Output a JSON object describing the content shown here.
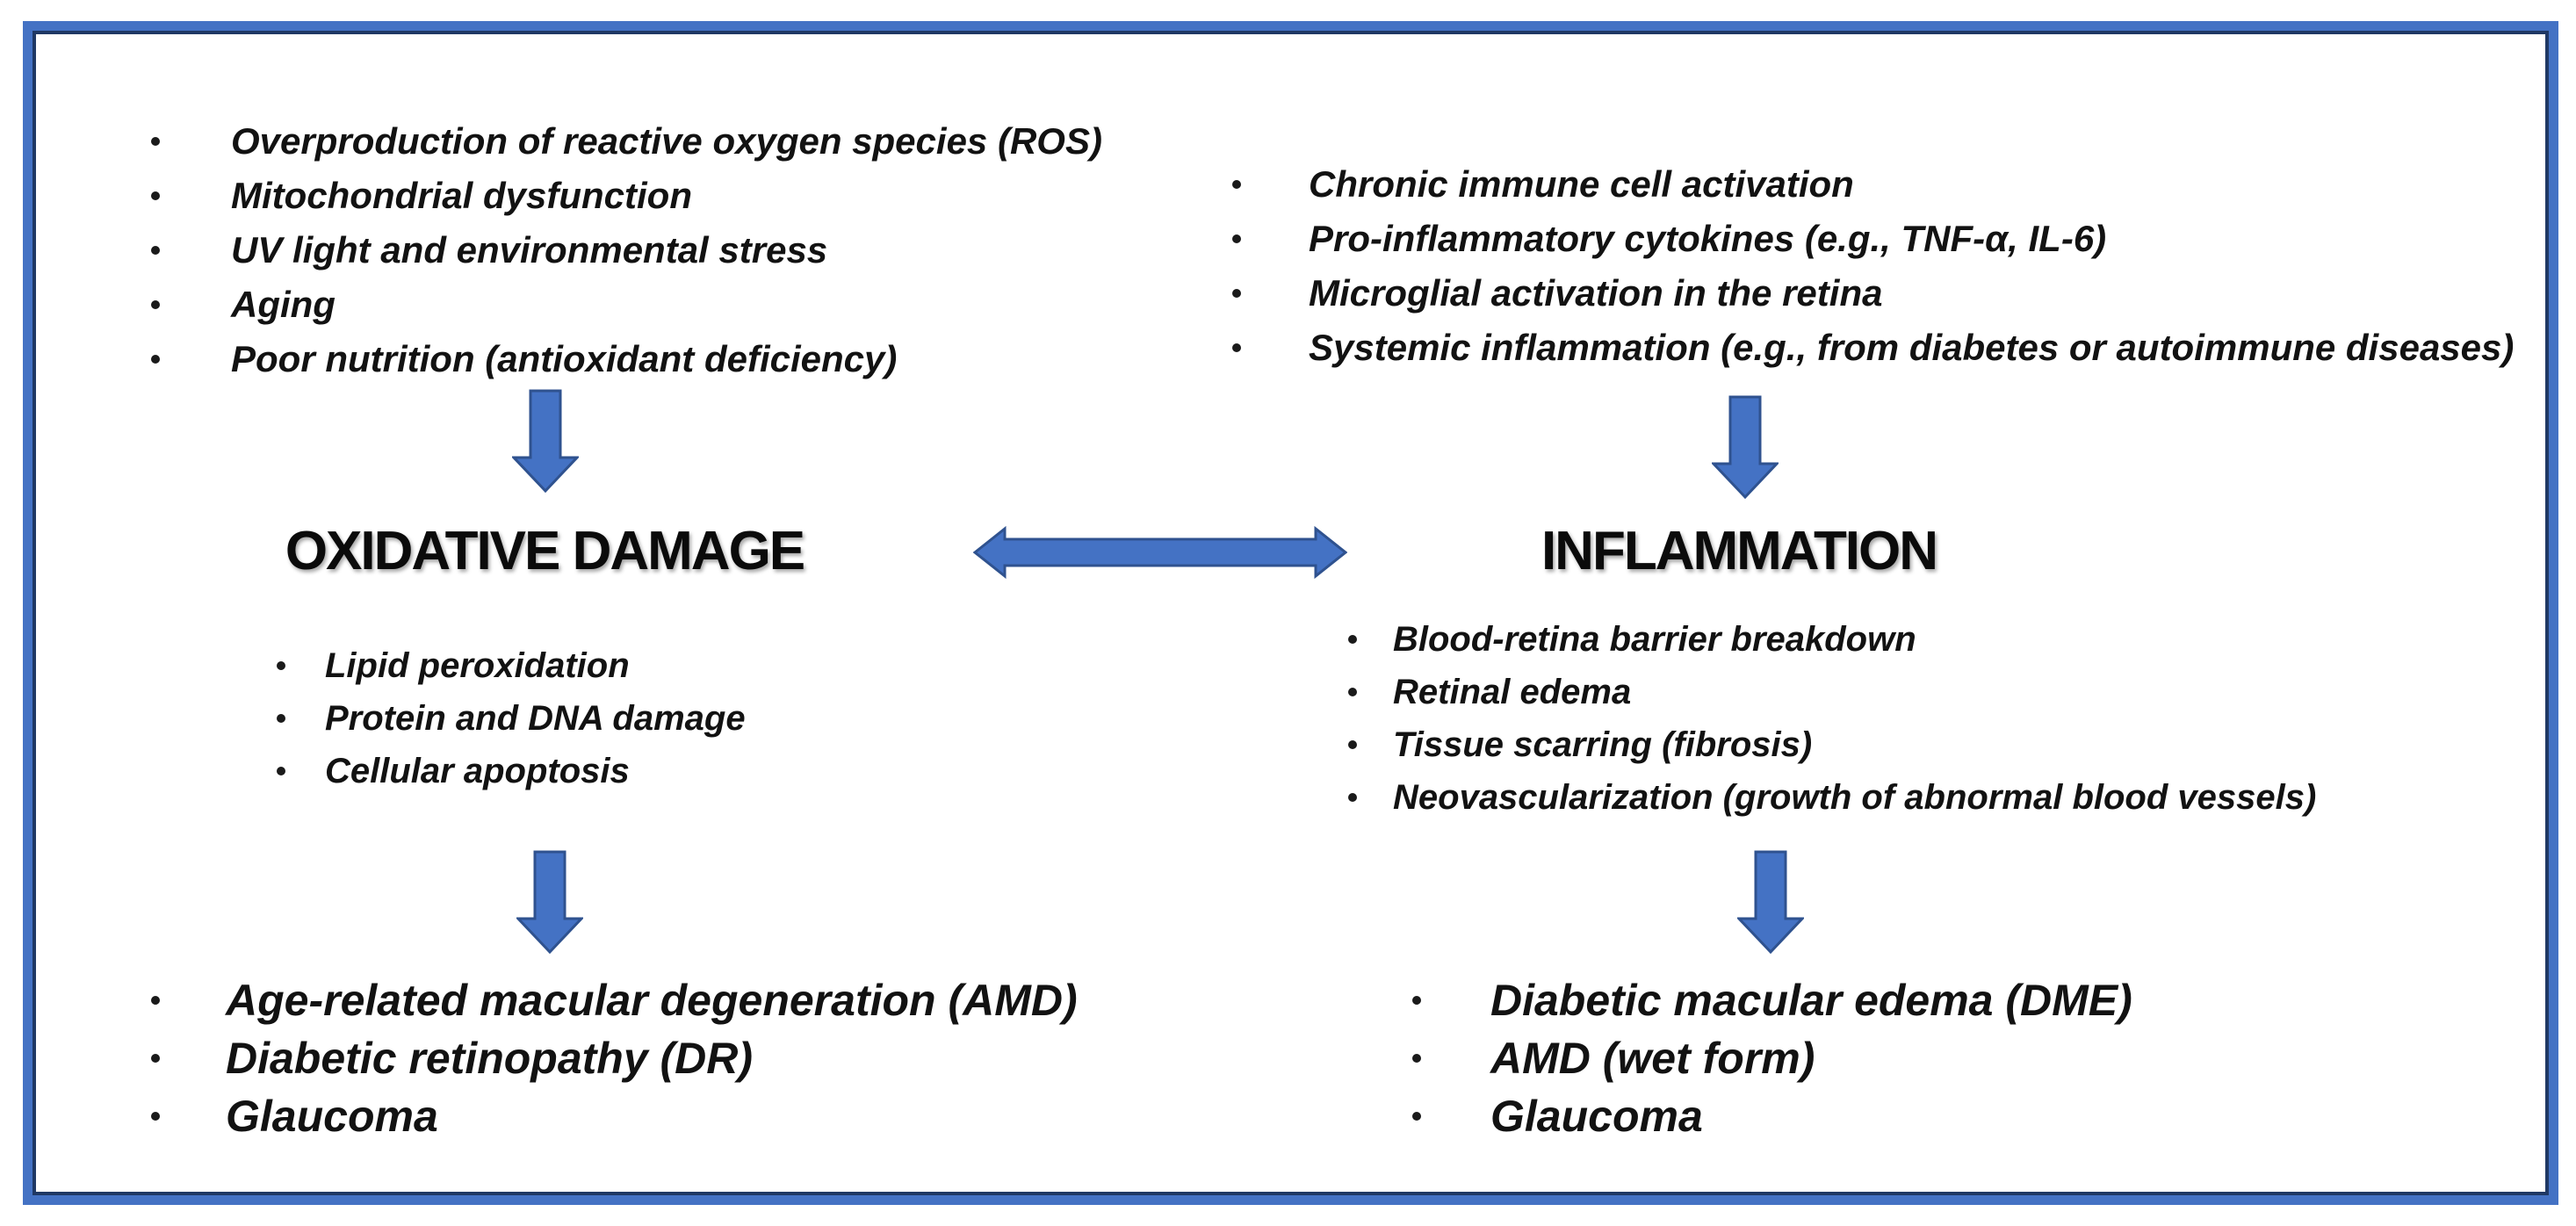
{
  "diagram": {
    "title_left": "OXIDATIVE DAMAGE",
    "title_right": "INFLAMMATION",
    "left": {
      "causes": [
        "Overproduction of reactive oxygen species (ROS)",
        "Mitochondrial dysfunction",
        "UV light and environmental stress",
        "Aging",
        "Poor nutrition (antioxidant deficiency)"
      ],
      "effects": [
        "Lipid peroxidation",
        "Protein and DNA damage",
        "Cellular apoptosis"
      ],
      "outcomes": [
        "Age-related macular degeneration (AMD)",
        "Diabetic retinopathy (DR)",
        "Glaucoma"
      ]
    },
    "right": {
      "causes": [
        "Chronic immune cell activation",
        "Pro-inflammatory cytokines (e.g., TNF-α, IL-6)",
        "Microglial activation in the retina",
        "Systemic inflammation (e.g., from diabetes or autoimmune diseases)"
      ],
      "effects": [
        "Blood-retina barrier breakdown",
        "Retinal edema",
        "Tissue scarring (fibrosis)",
        "Neovascularization (growth of abnormal blood vessels)"
      ],
      "outcomes": [
        "Diabetic macular edema (DME)",
        "AMD (wet form)",
        "Glaucoma"
      ]
    },
    "colors": {
      "arrow_fill": "#4472C4",
      "arrow_outline": "#2F528F",
      "frame_outer": "#4472C4",
      "frame_inner": "#1F3864",
      "text": "#121212"
    }
  }
}
